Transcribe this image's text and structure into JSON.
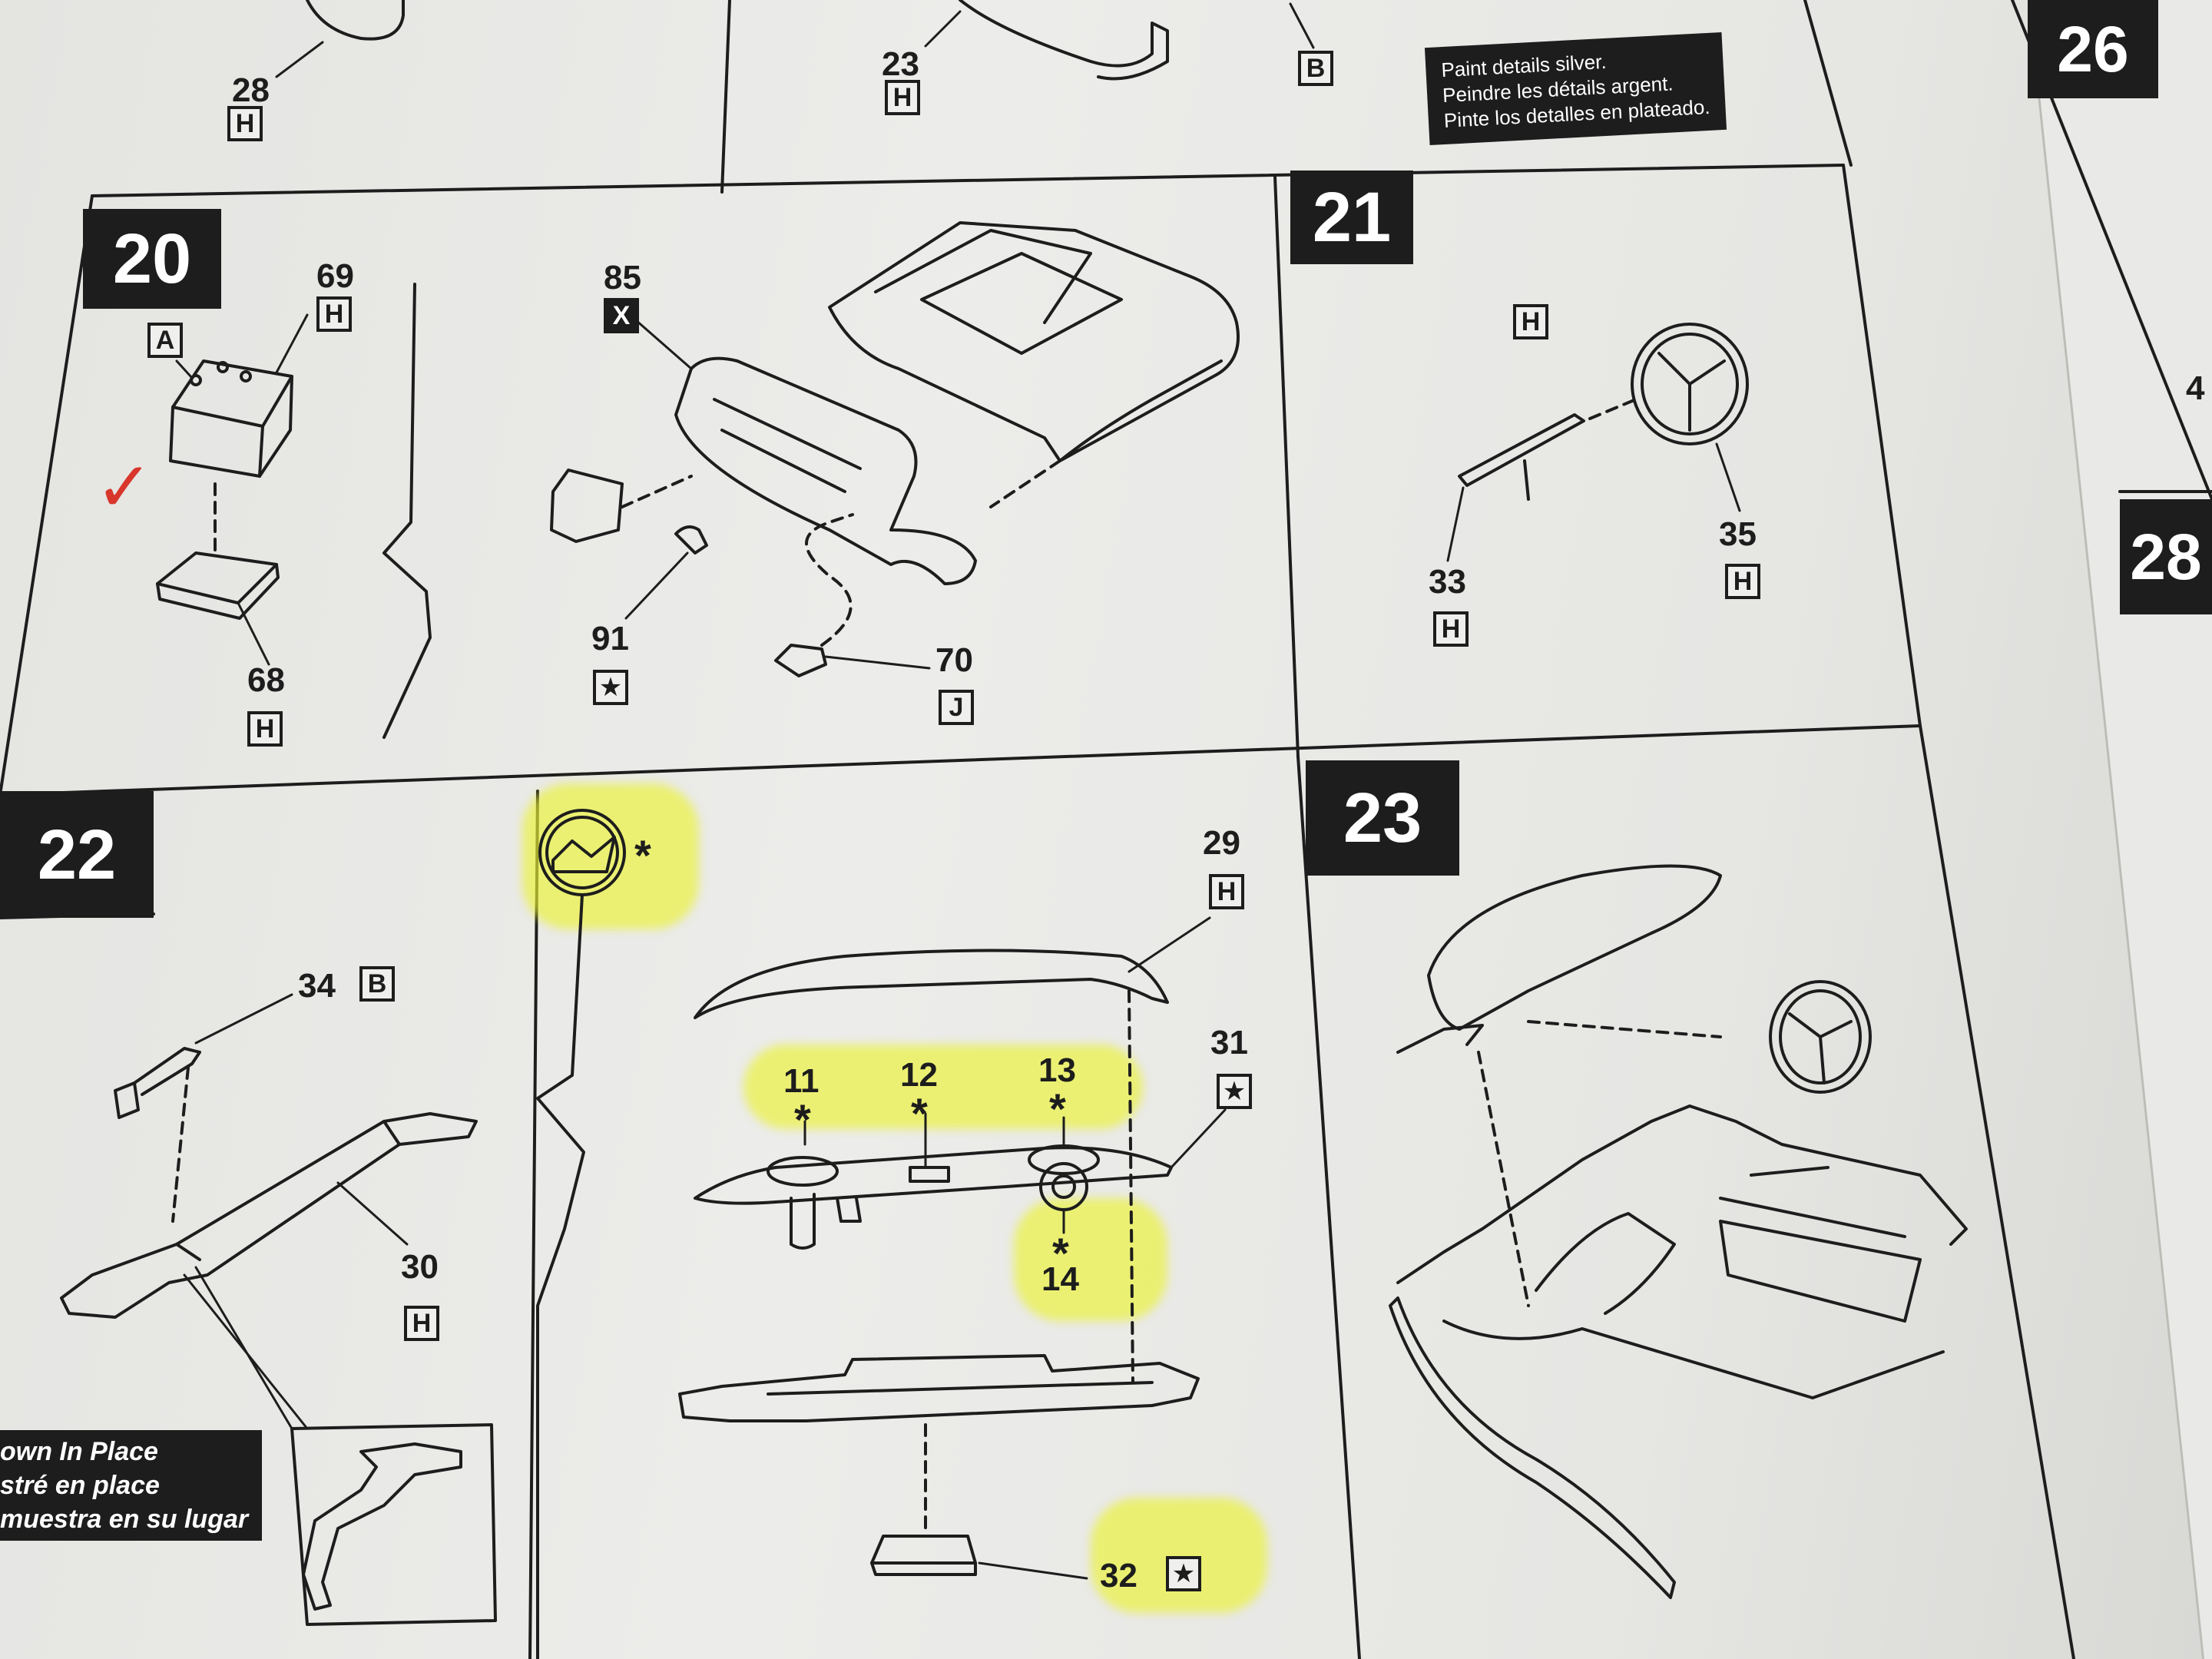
{
  "sheet": {
    "paint_note": {
      "en": "Paint details silver.",
      "fr": "Peindre les détails argent.",
      "es": "Pinte los detalles en plateado."
    },
    "shown_in_place": {
      "en": "own In Place",
      "fr": "stré en place",
      "es": "muestra en su lugar"
    },
    "top_parts": [
      {
        "num": "28",
        "tag": "H"
      },
      {
        "num": "23",
        "tag": "H"
      },
      {
        "tag": "B"
      }
    ],
    "right_edge": {
      "step_26": "26",
      "step_28": "28",
      "partial": "4"
    },
    "steps": [
      {
        "number": "20",
        "parts": [
          {
            "num": "69",
            "tag": "H"
          },
          {
            "tag": "A"
          },
          {
            "num": "68",
            "tag": "H"
          },
          {
            "num": "85",
            "tag": "X"
          },
          {
            "num": "91",
            "tag": "★"
          },
          {
            "num": "70",
            "tag": "J"
          }
        ]
      },
      {
        "number": "21",
        "parts": [
          {
            "tag": "H"
          },
          {
            "num": "33",
            "tag": "H"
          },
          {
            "num": "35",
            "tag": "H"
          }
        ]
      },
      {
        "number": "22",
        "parts": [
          {
            "num": "34",
            "tag": "B"
          },
          {
            "num": "30",
            "tag": "H"
          },
          {
            "num": "29",
            "tag": "H"
          },
          {
            "num": "31",
            "tag": "★"
          },
          {
            "num": "11",
            "mark": "*"
          },
          {
            "num": "12",
            "mark": "*"
          },
          {
            "num": "13",
            "mark": "*"
          },
          {
            "num": "14",
            "mark": "*"
          },
          {
            "num": "32",
            "tag": "★"
          }
        ],
        "decal_mark": "*"
      },
      {
        "number": "23",
        "parts": []
      }
    ]
  },
  "colors": {
    "paper": "#ececea",
    "ink": "#1d1d1d",
    "highlight": "#ebf232",
    "check": "#d8362b",
    "mat": "#3f4a3c"
  }
}
